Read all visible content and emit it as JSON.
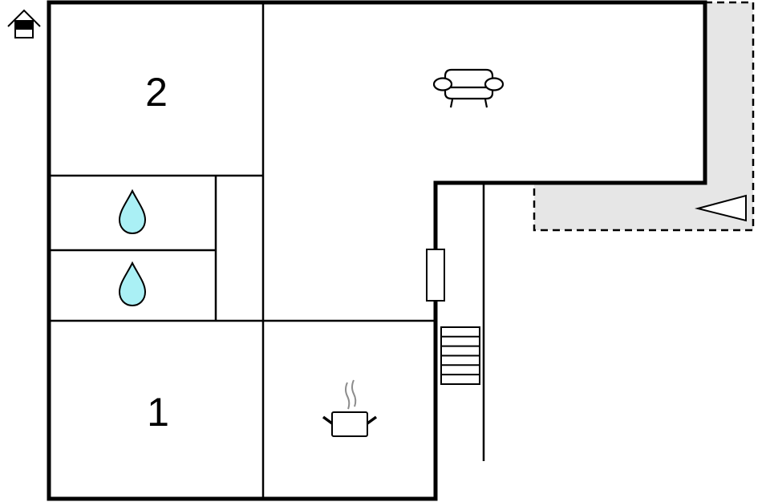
{
  "floorplan": {
    "type": "floor plan",
    "colors": {
      "wall": "#000000",
      "background": "#ffffff",
      "terrace_fill": "#e6e6e6",
      "water_drop": "#aaf0f5",
      "steam": "#8c8c8c"
    },
    "rooms": [
      {
        "id": "bedroom-2",
        "label": "2",
        "kind": "bedroom"
      },
      {
        "id": "bathroom-1",
        "label": "",
        "kind": "bathroom",
        "icon": "water-drop-icon"
      },
      {
        "id": "bathroom-2",
        "label": "",
        "kind": "bathroom",
        "icon": "water-drop-icon"
      },
      {
        "id": "bedroom-1",
        "label": "1",
        "kind": "bedroom"
      },
      {
        "id": "living-room",
        "label": "",
        "kind": "living room",
        "icon": "armchair-icon"
      },
      {
        "id": "kitchen",
        "label": "",
        "kind": "kitchen",
        "icon": "cooking-pot-icon"
      },
      {
        "id": "hallway",
        "label": "",
        "kind": "hallway"
      },
      {
        "id": "terrace",
        "label": "",
        "kind": "terrace",
        "icon": "triangle-marker-icon"
      }
    ],
    "icons": {
      "house": "house-icon",
      "stairs": "stairs-icon",
      "door": "door-icon"
    },
    "stairs_steps": 6
  }
}
